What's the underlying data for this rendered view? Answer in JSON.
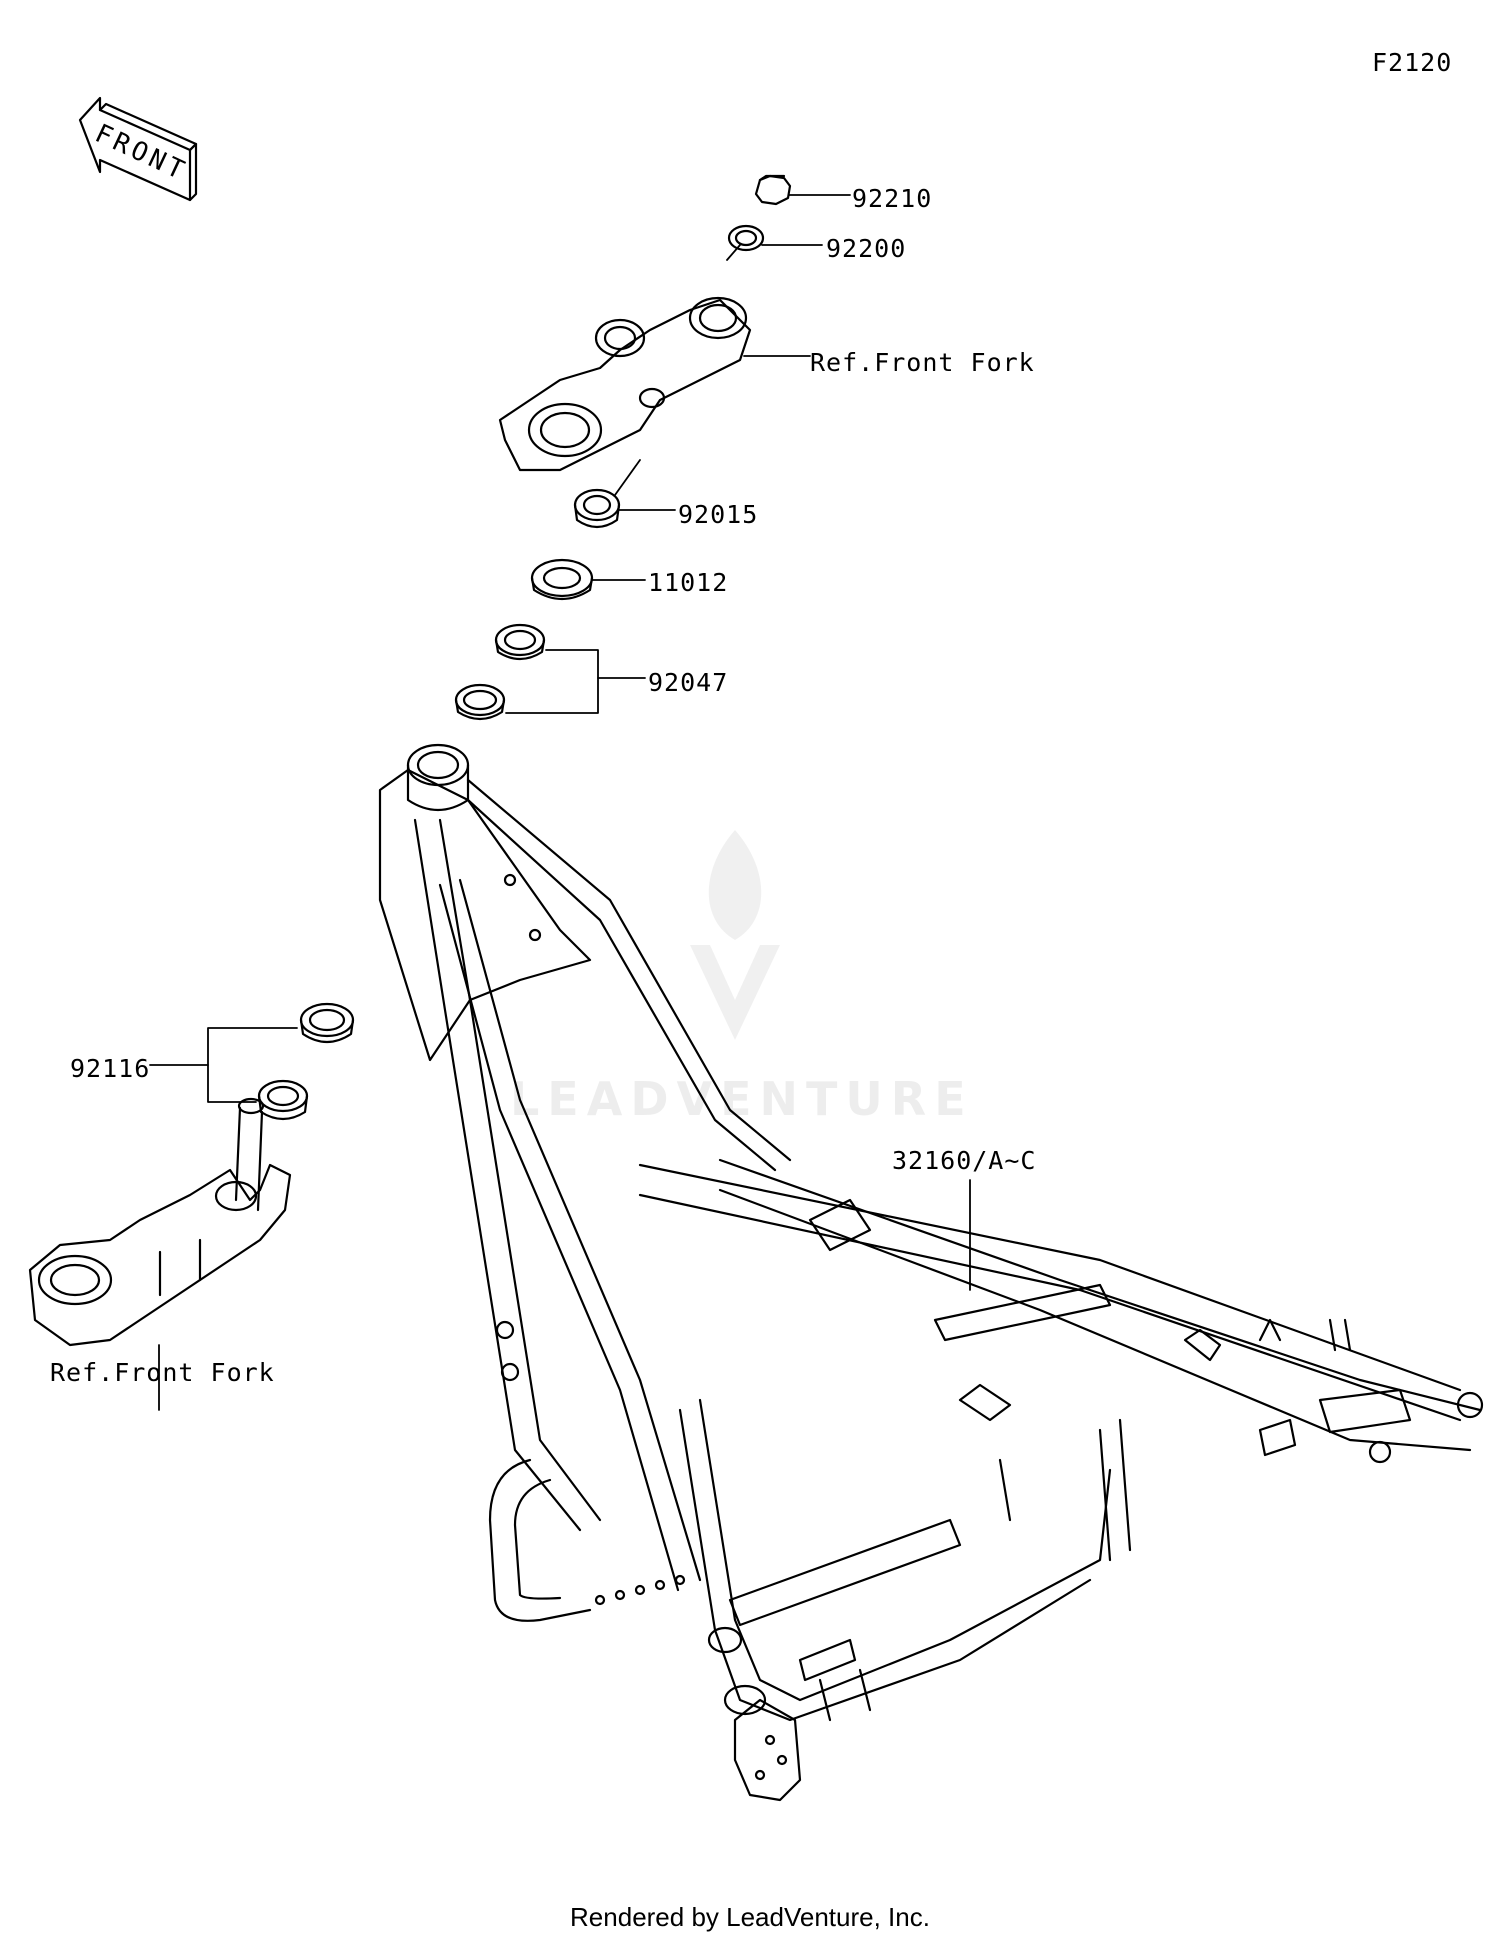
{
  "diagram_code": "F2120",
  "front_marker": "FRONT",
  "watermark": "LEADVENTURE",
  "parts": [
    {
      "number": "92210"
    },
    {
      "number": "92200"
    },
    {
      "number": "Ref.Front Fork"
    },
    {
      "number": "92015"
    },
    {
      "number": "11012"
    },
    {
      "number": "92047"
    },
    {
      "number": "92116"
    },
    {
      "number": "Ref.Front Fork"
    },
    {
      "number": "32160/A~C"
    }
  ],
  "footer": "Rendered by LeadVenture, Inc."
}
